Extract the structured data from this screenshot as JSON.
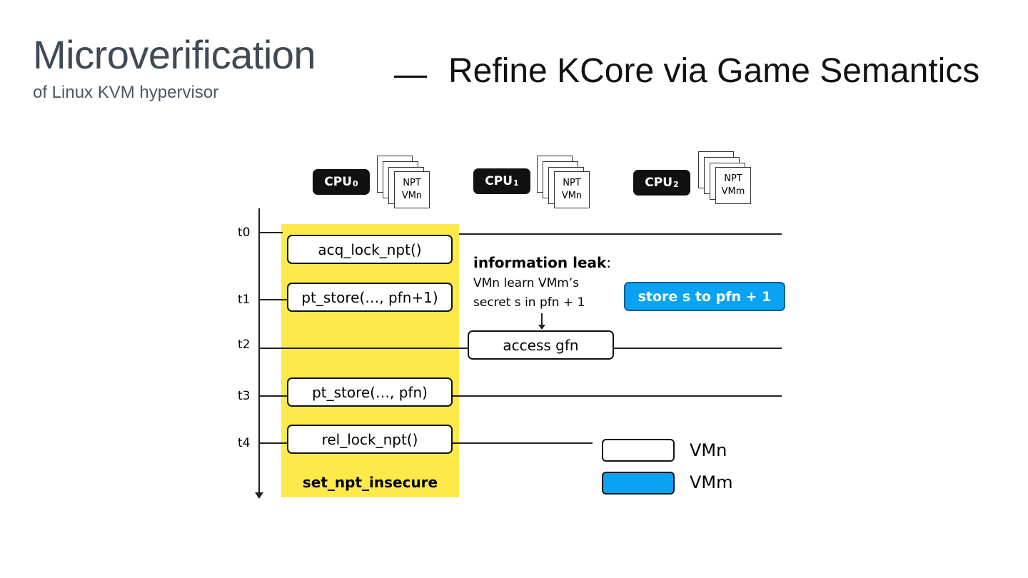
{
  "slide": {
    "title": "Microverification",
    "subtitle": "of Linux KVM hypervisor",
    "dash": "—",
    "heading": "Refine KCore via Game Semantics"
  },
  "cpus": [
    {
      "label": "CPU",
      "num": "0",
      "npt_line1": "NPT",
      "npt_line2": "VMn"
    },
    {
      "label": "CPU",
      "num": "1",
      "npt_line1": "NPT",
      "npt_line2": "VMn"
    },
    {
      "label": "CPU",
      "num": "2",
      "npt_line1": "NPT",
      "npt_line2": "VMm"
    }
  ],
  "timeline": {
    "labels": [
      "t0",
      "t1",
      "t2",
      "t3",
      "t4"
    ]
  },
  "functions": {
    "acq": "acq_lock_npt()",
    "store1": "pt_store(…, pfn+1)",
    "store2": "pt_store(…, pfn)",
    "rel": "rel_lock_npt()",
    "band_label": "set_npt_insecure"
  },
  "leak": {
    "title": "information leak",
    "colon": ":",
    "line1": "VMn learn VMm’s",
    "line2": "secret s in pfn + 1"
  },
  "access": "access gfn",
  "store_vmm": "store s to pfn + 1",
  "legend": {
    "vmn": "VMn",
    "vmm": "VMm",
    "vmn_color": "#ffffff",
    "vmm_color": "#0aa2f2"
  },
  "colors": {
    "band": "#fde94a",
    "accent_blue": "#0aa2f2",
    "title_gray": "#3f4a55"
  }
}
